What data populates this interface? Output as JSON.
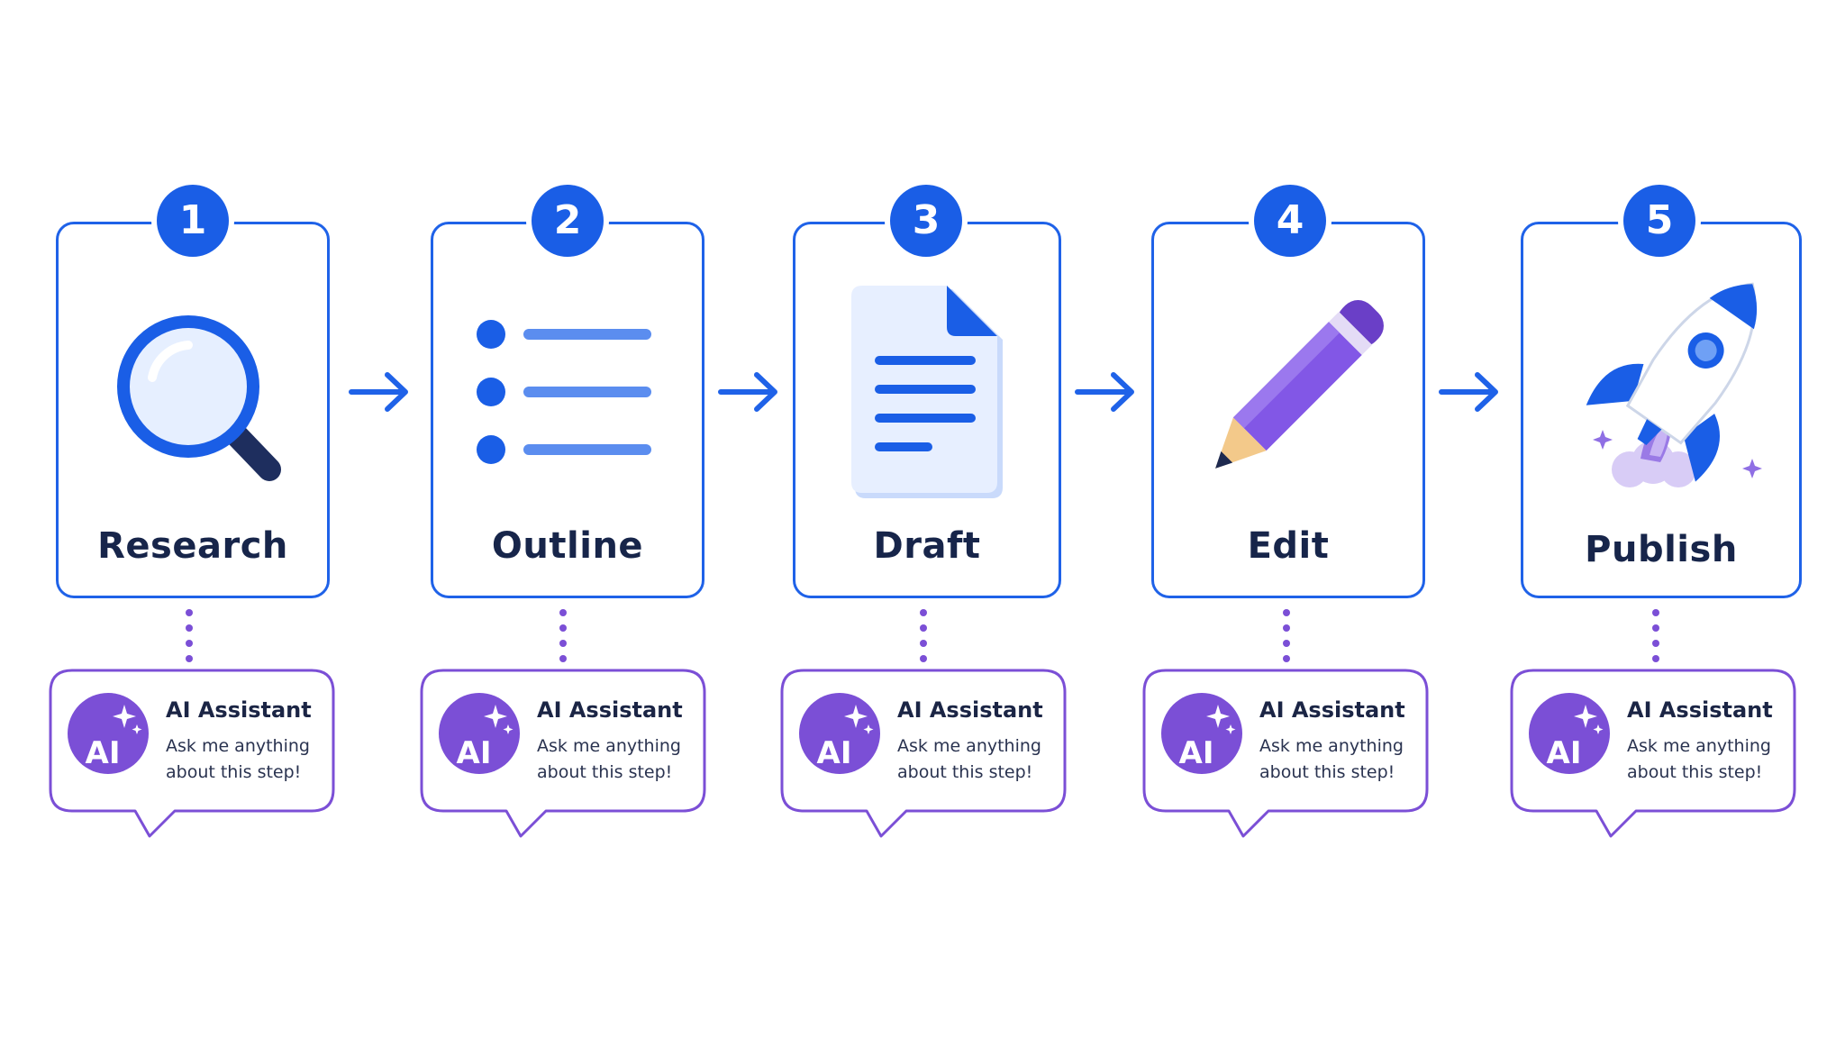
{
  "colors": {
    "primary": "#1f62e8",
    "badge": "#1a5ee6",
    "ai_purple": "#7b4fd6",
    "text_dark": "#17254a"
  },
  "steps": [
    {
      "number": "1",
      "label": "Research",
      "icon": "magnifying-glass-icon"
    },
    {
      "number": "2",
      "label": "Outline",
      "icon": "bullet-list-icon"
    },
    {
      "number": "3",
      "label": "Draft",
      "icon": "document-icon"
    },
    {
      "number": "4",
      "label": "Edit",
      "icon": "pencil-icon"
    },
    {
      "number": "5",
      "label": "Publish",
      "icon": "rocket-icon"
    }
  ],
  "assistant": {
    "avatar_text": "AI",
    "title": "AI Assistant",
    "message": "Ask me anything about this step!"
  }
}
